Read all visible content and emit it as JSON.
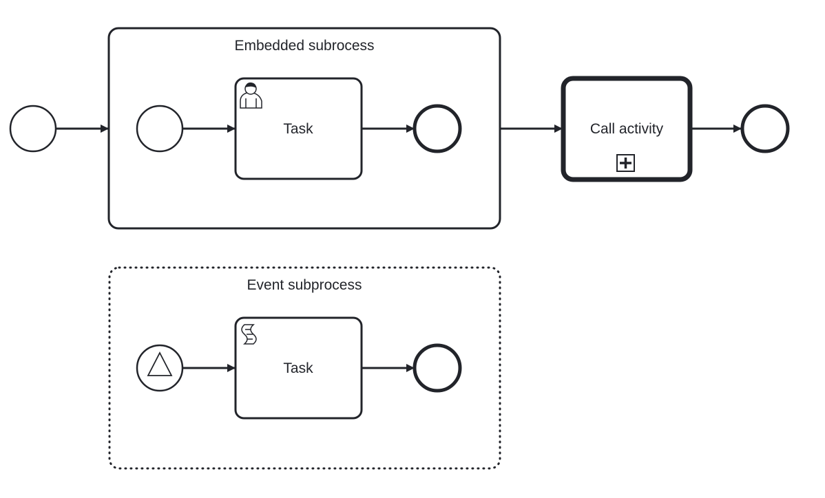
{
  "colors": {
    "stroke": "#22242a",
    "fill": "#ffffff",
    "background": "#ffffff"
  },
  "embedded_subprocess": {
    "label": "Embedded subrocess",
    "task": {
      "label": "Task",
      "icon": "user-icon"
    }
  },
  "call_activity": {
    "label": "Call activity",
    "icon": "plus-square-icon"
  },
  "event_subprocess": {
    "label": "Event subprocess",
    "start_event_icon": "triangle-icon",
    "task": {
      "label": "Task",
      "icon": "script-icon"
    }
  }
}
